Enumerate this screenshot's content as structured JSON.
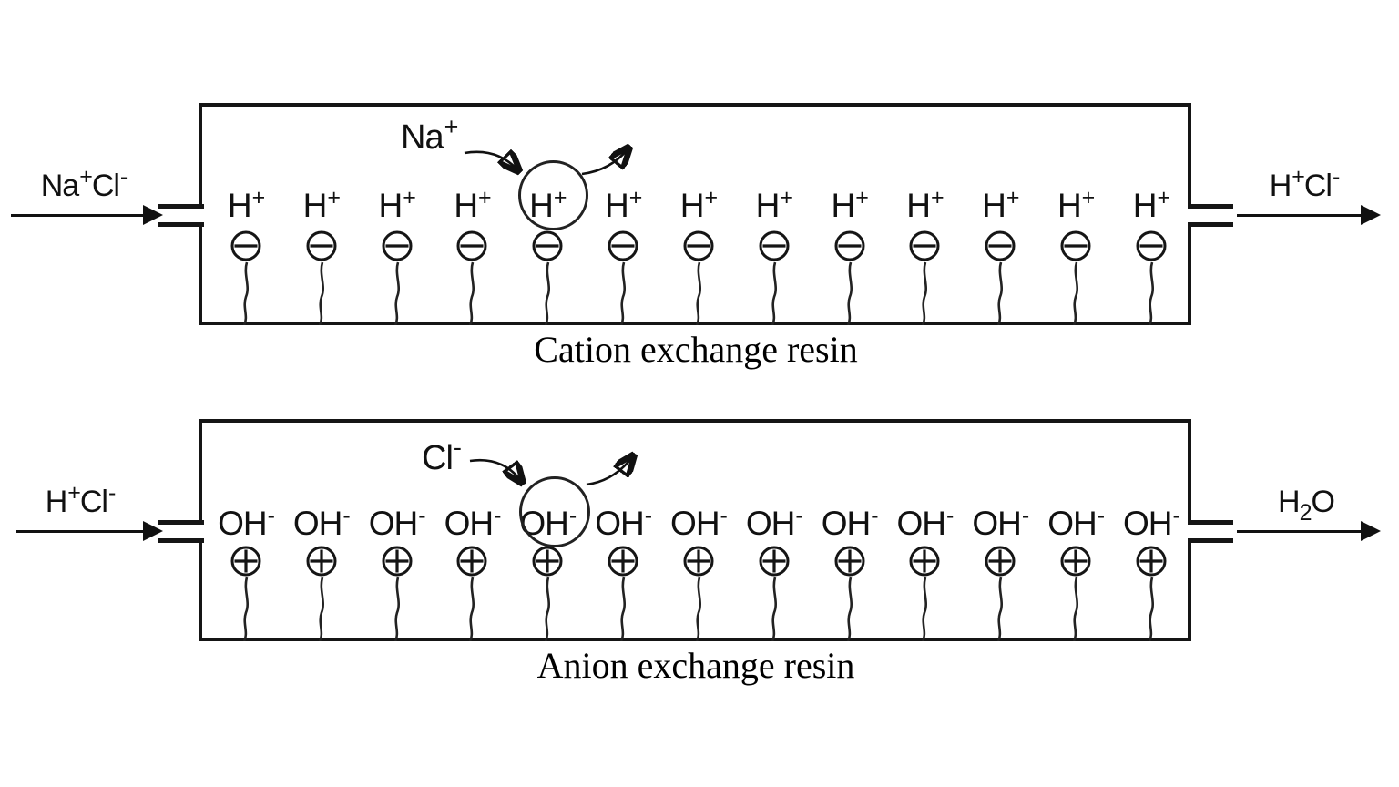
{
  "cation_unit": {
    "caption": "Cation exchange resin",
    "inlet_label": {
      "b1": "Na",
      "s1": "+",
      "b2": "Cl",
      "s2": "-"
    },
    "outlet_label": {
      "b1": "H",
      "s1": "+",
      "b2": "Cl",
      "s2": "-"
    },
    "incoming_ion": {
      "b": "Na",
      "s": "+"
    },
    "released_ion": {
      "b": "H",
      "s": "+"
    },
    "bead_sign": "-",
    "highlighted_site_index": 5,
    "sites": [
      {
        "label": "H",
        "charge": "+"
      },
      {
        "label": "H",
        "charge": "+"
      },
      {
        "label": "H",
        "charge": "+"
      },
      {
        "label": "H",
        "charge": "+"
      },
      {
        "label": "H",
        "charge": "+"
      },
      {
        "label": "H",
        "charge": "+"
      },
      {
        "label": "H",
        "charge": "+"
      },
      {
        "label": "H",
        "charge": "+"
      },
      {
        "label": "H",
        "charge": "+"
      },
      {
        "label": "H",
        "charge": "+"
      },
      {
        "label": "H",
        "charge": "+"
      },
      {
        "label": "H",
        "charge": "+"
      },
      {
        "label": "H",
        "charge": "+"
      }
    ]
  },
  "anion_unit": {
    "caption": "Anion exchange resin",
    "inlet_label": {
      "b1": "H",
      "s1": "+",
      "b2": "Cl",
      "s2": "-"
    },
    "outlet_label": {
      "b1": "H",
      "sub1": "2",
      "b2": "O"
    },
    "incoming_ion": {
      "b": "Cl",
      "s": "-"
    },
    "released_ion": {
      "b": "OH",
      "s": "-"
    },
    "bead_sign": "+",
    "highlighted_site_index": 5,
    "sites": [
      {
        "label": "OH",
        "charge": "-"
      },
      {
        "label": "OH",
        "charge": "-"
      },
      {
        "label": "OH",
        "charge": "-"
      },
      {
        "label": "OH",
        "charge": "-"
      },
      {
        "label": "OH",
        "charge": "-"
      },
      {
        "label": "OH",
        "charge": "-"
      },
      {
        "label": "OH",
        "charge": "-"
      },
      {
        "label": "OH",
        "charge": "-"
      },
      {
        "label": "OH",
        "charge": "-"
      },
      {
        "label": "OH",
        "charge": "-"
      },
      {
        "label": "OH",
        "charge": "-"
      },
      {
        "label": "OH",
        "charge": "-"
      },
      {
        "label": "OH",
        "charge": "-"
      }
    ]
  }
}
